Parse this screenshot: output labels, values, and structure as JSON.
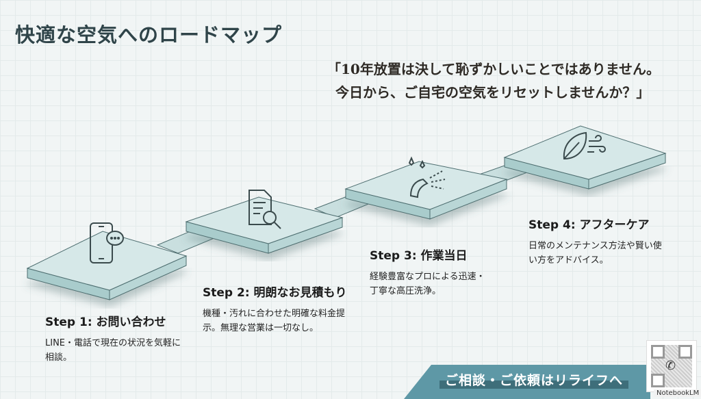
{
  "title": "快適な空気へのロードマップ",
  "quote": {
    "line1": "「10年放置は決して恥ずかしいことではありません。",
    "line2": "今日から、ご自宅の空気をリセットしませんか？」"
  },
  "steps": [
    {
      "title": "Step 1: お問い合わせ",
      "body": "LINE・電話で現在の状況を気軽に相談。",
      "icon": "smartphone-chat-icon"
    },
    {
      "title": "Step 2: 明朗なお見積もり",
      "body": "機種・汚れに合わせた明確な料金提示。無理な営業は一切なし。",
      "icon": "document-search-icon"
    },
    {
      "title": "Step 3: 作業当日",
      "body": "経験豊富なプロによる迅速・丁寧な高圧洗浄。",
      "icon": "spray-nozzle-icon"
    },
    {
      "title": "Step 4: アフターケア",
      "body": "日常のメンテナンス方法や賢い使い方をアドバイス。",
      "icon": "leaf-wind-icon"
    }
  ],
  "cta": "ご相談・ご依頼はリライフへ",
  "watermark": "NotebookLM",
  "colors": {
    "platform_top": "#d6e8e8",
    "platform_side": "#a9cccc",
    "accent": "#5e98a6"
  }
}
